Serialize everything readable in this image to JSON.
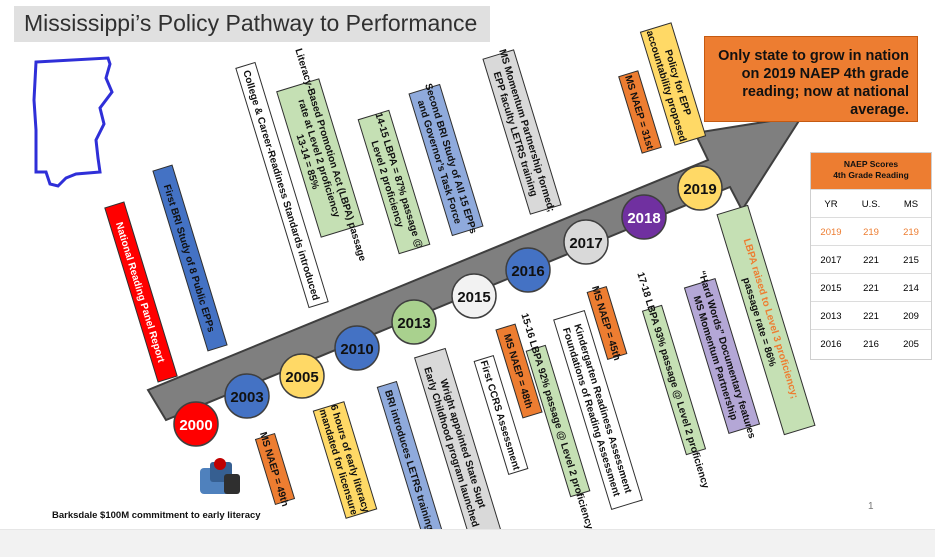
{
  "title": "Mississippi’s Policy Pathway to Performance",
  "colors": {
    "orange": "#ed7d31",
    "red": "#ff0000",
    "blue": "#4472c4",
    "green": "#a9d18e",
    "gray": "#d9d9d9",
    "purple": "#7030a0",
    "yellow": "#ffd966",
    "arrow": "#7f7f7f"
  },
  "callout": "Only state to grow in nation on 2019 NAEP 4th grade reading; now at national average.",
  "naep_table": {
    "title_line1": "NAEP Scores",
    "title_line2": "4th Grade Reading",
    "headers": [
      "YR",
      "U.S.",
      "MS"
    ],
    "rows": [
      [
        "2019",
        "219",
        "219"
      ],
      [
        "2017",
        "221",
        "215"
      ],
      [
        "2015",
        "221",
        "214"
      ],
      [
        "2013",
        "221",
        "209"
      ],
      [
        "2016",
        "216",
        "205"
      ]
    ]
  },
  "years": [
    {
      "label": "2000",
      "color": "#ff0000",
      "text_color": "#ffffff"
    },
    {
      "label": "2003",
      "color": "#4472c4",
      "text_color": "#111111"
    },
    {
      "label": "2005",
      "color": "#ffd966",
      "text_color": "#111111"
    },
    {
      "label": "2010",
      "color": "#4472c4",
      "text_color": "#111111"
    },
    {
      "label": "2013",
      "color": "#a9d18e",
      "text_color": "#111111"
    },
    {
      "label": "2015",
      "color": "#f2f2f2",
      "text_color": "#111111"
    },
    {
      "label": "2016",
      "color": "#4472c4",
      "text_color": "#111111"
    },
    {
      "label": "2017",
      "color": "#d9d9d9",
      "text_color": "#111111"
    },
    {
      "label": "2018",
      "color": "#7030a0",
      "text_color": "#ffffff"
    },
    {
      "label": "2019",
      "color": "#ffd966",
      "text_color": "#111111"
    }
  ],
  "above_boxes": [
    {
      "lines": [
        "National Reading Panel Report"
      ],
      "fill": "#ff0000",
      "text_color": "#ffffff"
    },
    {
      "lines": [
        "First BRI Study of 8 Public EPPs"
      ],
      "fill": "#4472c4",
      "text_color": "#111111"
    },
    {
      "lines": [
        "College & Career-Readiness Standards introduced"
      ],
      "fill": "#ffffff",
      "text_color": "#111111"
    },
    {
      "lines": [
        "Literacy-Based Promotion Act (LBPA) passage",
        "rate at Level 2 proficiency",
        "13-14 = 85%"
      ],
      "fill": "#c5e0b4",
      "text_color": "#111111"
    },
    {
      "lines": [
        "14-15 LBPA = 87% passage @",
        "Level 2 proficiency"
      ],
      "fill": "#c5e0b4",
      "text_color": "#111111"
    },
    {
      "lines": [
        "Second BRI Study of All 15 EPPs",
        "and Governor’s Task Force"
      ],
      "fill": "#8faadc",
      "text_color": "#111111"
    },
    {
      "lines": [
        "MS Momentum Partnership formed;",
        "EPP faculty LETRS training"
      ],
      "fill": "#d9d9d9",
      "text_color": "#111111"
    },
    {
      "lines": [
        "MS NAEP = 31st"
      ],
      "fill": "#ed7d31",
      "text_color": "#111111"
    },
    {
      "lines": [
        "Policy for EPP",
        "accountability proposed"
      ],
      "fill": "#ffd966",
      "text_color": "#111111"
    }
  ],
  "below_boxes": [
    {
      "lines": [
        "MS NAEP = 49th"
      ],
      "fill": "#ed7d31",
      "text_color": "#111111"
    },
    {
      "lines": [
        "6 hours of early literacy",
        "mandated for licensure"
      ],
      "fill": "#ffd966",
      "text_color": "#111111"
    },
    {
      "lines": [
        "BRI introduces LETRS training"
      ],
      "fill": "#8faadc",
      "text_color": "#111111"
    },
    {
      "lines": [
        "Wright appointed State Supt",
        "Early Childhood program launched"
      ],
      "fill": "#d9d9d9",
      "text_color": "#111111"
    },
    {
      "lines": [
        "MS NAEP = 48th"
      ],
      "fill": "#ed7d31",
      "text_color": "#111111"
    },
    {
      "lines": [
        "First CCRS Assessment"
      ],
      "fill": "#ffffff",
      "text_color": "#111111"
    },
    {
      "lines": [
        "15-16 LBPA 92% passage @ Level 2 proficiency"
      ],
      "fill": "#c5e0b4",
      "text_color": "#111111"
    },
    {
      "lines": [
        "Kindergarten Readiness Assessment",
        "Foundations of Reading Assessment"
      ],
      "fill": "#ffffff",
      "text_color": "#111111"
    },
    {
      "lines": [
        "MS NAEP = 45th"
      ],
      "fill": "#ed7d31",
      "text_color": "#111111"
    },
    {
      "lines": [
        "17-18 LBPA 93% passage @ Level 2 proficiency"
      ],
      "fill": "#c5e0b4",
      "text_color": "#111111"
    },
    {
      "lines": [
        "“Hard Words” Documentary features",
        "MS Momentum Partnership"
      ],
      "fill": "#b4a7d6",
      "text_color": "#111111"
    },
    {
      "lines": [
        "LBPA raised to Level 3 proficiency;",
        "passage rate = 86%"
      ],
      "fill": "#c5e0b4",
      "text_color": "#111111",
      "first_line_color": "#ed7d31"
    }
  ],
  "barksdale": "Barksdale $100M commitment to early literacy",
  "page_number": "1",
  "icons": [
    "mississippi-map-icon",
    "books-icon"
  ]
}
